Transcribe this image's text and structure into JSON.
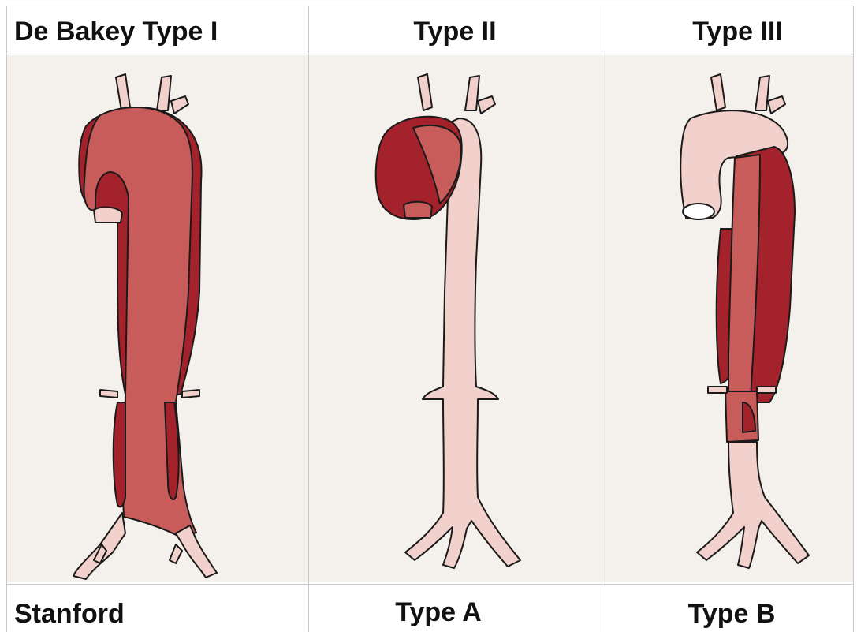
{
  "header": {
    "col1": "De Bakey  Type I",
    "col2": "Type II",
    "col3": "Type III"
  },
  "footer": {
    "col1": "Stanford",
    "col2": "Type A",
    "col3": "Type B"
  },
  "colors": {
    "dissection_dark": "#a3222b",
    "dissection_mid": "#c85c5a",
    "aorta_pale": "#f2d1cc",
    "outline": "#1a1a1a"
  }
}
